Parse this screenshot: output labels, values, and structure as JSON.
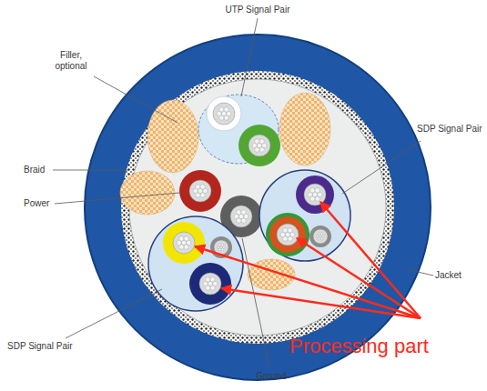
{
  "diagram": {
    "labels": [
      "UTP Signal Pair",
      "Filler, optional",
      "SDP Signal Pair",
      "Braid",
      "Power",
      "Jacket",
      "SDP Signal Pair",
      "Ground",
      "Processing part"
    ]
  }
}
